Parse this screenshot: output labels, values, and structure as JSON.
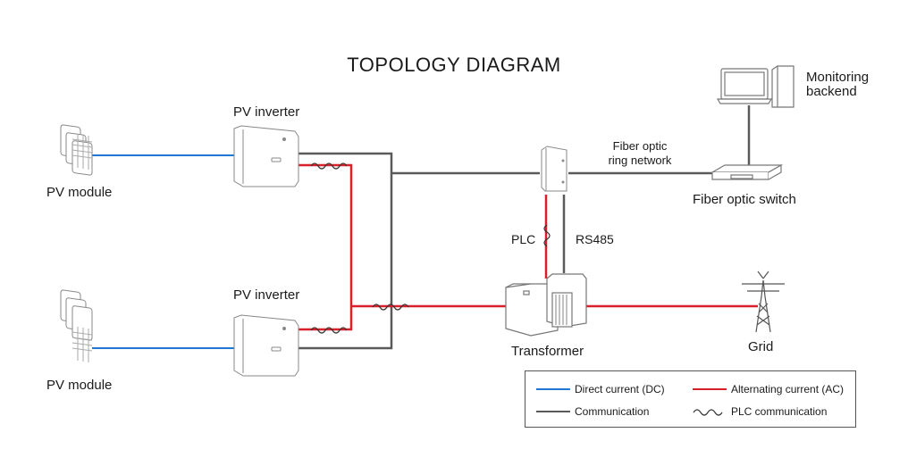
{
  "title": "TOPOLOGY DIAGRAM",
  "colors": {
    "dc": "#1f78d1",
    "ac": "#d9202a",
    "communication": "#5a5a5a",
    "device_stroke": "#7a7a7a"
  },
  "nodes": {
    "pv_module_top": "PV module",
    "pv_module_bottom": "PV module",
    "pv_inverter_top": "PV inverter",
    "pv_inverter_bottom": "PV inverter",
    "fiber_ring": "Fiber optic\nring network",
    "fiber_ring_line1": "Fiber optic",
    "fiber_ring_line2": "ring network",
    "fiber_switch": "Fiber optic switch",
    "monitoring_line1": "Monitoring",
    "monitoring_line2": "backend",
    "plc": "PLC",
    "rs485": "RS485",
    "transformer": "Transformer",
    "grid": "Grid"
  },
  "legend": {
    "dc": "Direct current (DC)",
    "ac": "Alternating current (AC)",
    "communication": "Communication",
    "plc": "PLC communication"
  }
}
